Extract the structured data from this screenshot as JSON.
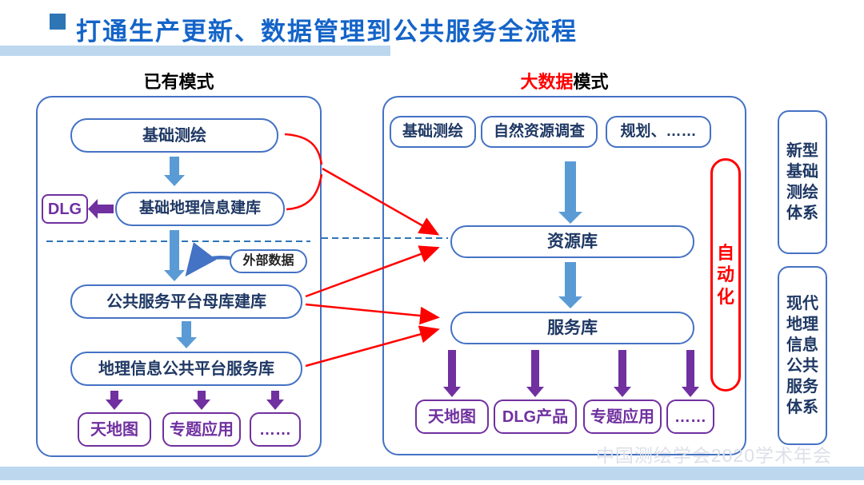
{
  "title": {
    "text": "打通生产更新、数据管理到公共服务全流程"
  },
  "footer": {
    "text": "中国测绘学会2020学术年会"
  },
  "left_panel": {
    "heading": "已有模式",
    "basic_survey": "基础测绘",
    "dlg": "DLG",
    "geo_db": "基础地理信息建库",
    "external_data": "外部数据",
    "mother_db": "公共服务平台母库建库",
    "service_db": "地理信息公共平台服务库",
    "outputs": [
      "天地图",
      "专题应用",
      "……"
    ]
  },
  "right_panel": {
    "heading_accent": "大数据",
    "heading_rest": "模式",
    "sources": [
      "基础测绘",
      "自然资源调查",
      "规划、……"
    ],
    "resource_db": "资源库",
    "service_db": "服务库",
    "outputs": [
      "天地图",
      "DLG产品",
      "专题应用",
      "……"
    ],
    "automation": "自动化"
  },
  "side_labels": {
    "top": "新型基础测绘体系",
    "bottom": "现代地理信息公共服务体系"
  },
  "colors": {
    "title_blue": "#1464C8",
    "box_border_blue": "#4472C4",
    "box_text_navy": "#1F3864",
    "purple": "#7030A0",
    "red": "#FF0000",
    "arrow_blue": "#5B9BD5",
    "band_light_blue": "#BDD7EE"
  }
}
